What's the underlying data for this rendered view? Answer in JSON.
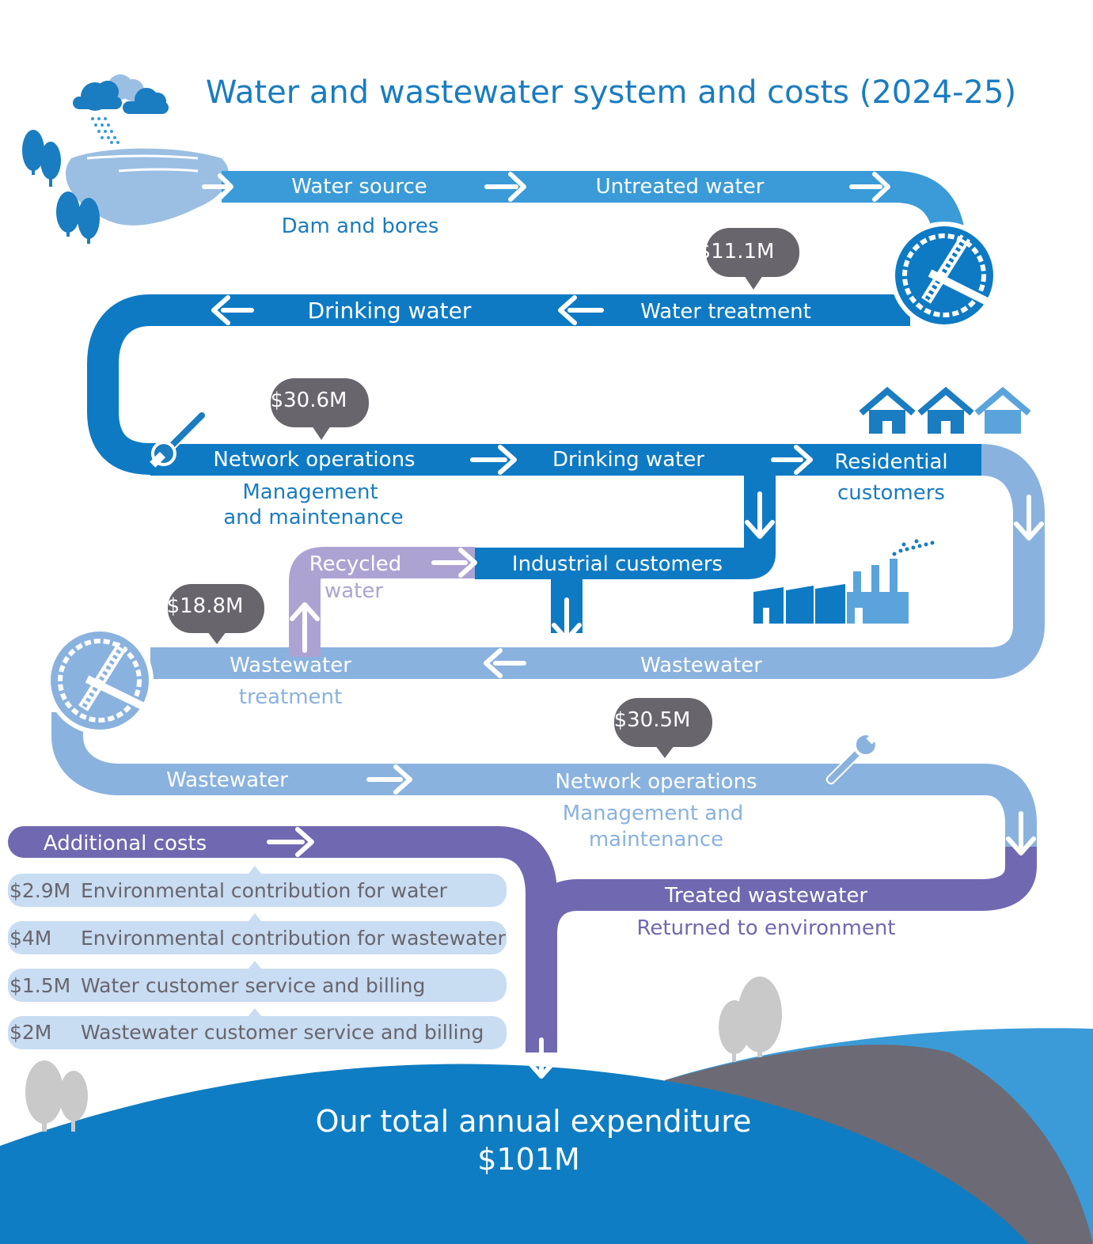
{
  "title": "Water and wastewater system and costs (2024-25)",
  "colors": {
    "title": "#1a7cc1",
    "pipe_dark": "#0e7ac4",
    "pipe_mid": "#3a9bd8",
    "pipe_light": "#8ab2de",
    "pipe_recycled": "#ada3d3",
    "pipe_purple": "#7068b0",
    "bubble": "#68656d",
    "cost_row": "#c8dcf2",
    "ground_blue": "#0f7dc3",
    "ground_grey": "#6c6a74",
    "ground_sky": "#3a9bd8",
    "tree_grey": "#c9c9c9"
  },
  "flow": {
    "water_source": "Water source",
    "water_source_sub": "Dam and bores",
    "untreated_water": "Untreated water",
    "water_treatment": "Water treatment",
    "water_treatment_cost": "$11.1M",
    "drinking_water_1": "Drinking water",
    "network_ops_water": "Network operations",
    "network_ops_water_sub1": "Management",
    "network_ops_water_sub2": "and maintenance",
    "network_ops_water_cost": "$30.6M",
    "drinking_water_2": "Drinking water",
    "residential_1": "Residential",
    "residential_2": "customers",
    "industrial": "Industrial customers",
    "recycled_1": "Recycled",
    "recycled_2": "water",
    "wastewater_right": "Wastewater",
    "ww_treatment_1": "Wastewater",
    "ww_treatment_2": "treatment",
    "ww_treatment_cost": "$18.8M",
    "wastewater_left": "Wastewater",
    "network_ops_ww": "Network operations",
    "network_ops_ww_sub1": "Management and",
    "network_ops_ww_sub2": "maintenance",
    "network_ops_ww_cost": "$30.5M",
    "treated_ww": "Treated wastewater",
    "treated_ww_sub": "Returned to environment"
  },
  "additional": {
    "label": "Additional costs",
    "items": [
      {
        "amount": "$2.9M",
        "label": "Environmental contribution for water"
      },
      {
        "amount": "$4M",
        "label": "Environmental contribution for wastewater"
      },
      {
        "amount": "$1.5M",
        "label": "Water customer service and billing"
      },
      {
        "amount": "$2M",
        "label": "Wastewater customer service and billing"
      }
    ]
  },
  "total": {
    "line1": "Our total annual expenditure",
    "line2": "$101M"
  },
  "icons": [
    "rain-cloud-icon",
    "lake-icon",
    "tree-icon",
    "treatment-plant-icon",
    "wrench-icon",
    "house-icon",
    "factory-icon",
    "arrow-icon"
  ]
}
